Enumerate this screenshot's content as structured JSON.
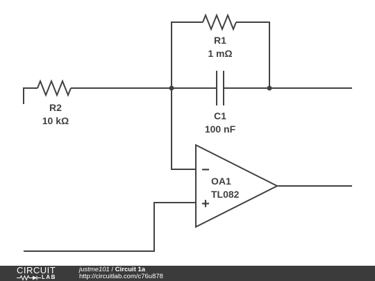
{
  "components": {
    "r1": {
      "ref": "R1",
      "value": "1 mΩ"
    },
    "r2": {
      "ref": "R2",
      "value": "10 kΩ"
    },
    "c1": {
      "ref": "C1",
      "value": "100 nF"
    },
    "oa1": {
      "ref": "OA1",
      "part": "TL082",
      "inverting": "−",
      "noninverting": "+"
    }
  },
  "footer": {
    "logo_top": "CIRCUIT",
    "logo_bottom": "LAB",
    "author": "justme101",
    "separator": " / ",
    "title": "Circuit 1a",
    "url": "http://circuitlab.com/c76u878"
  },
  "colors": {
    "ink": "#414141",
    "footer_bg": "#3b3b3b",
    "footer_text": "#ffffff"
  }
}
